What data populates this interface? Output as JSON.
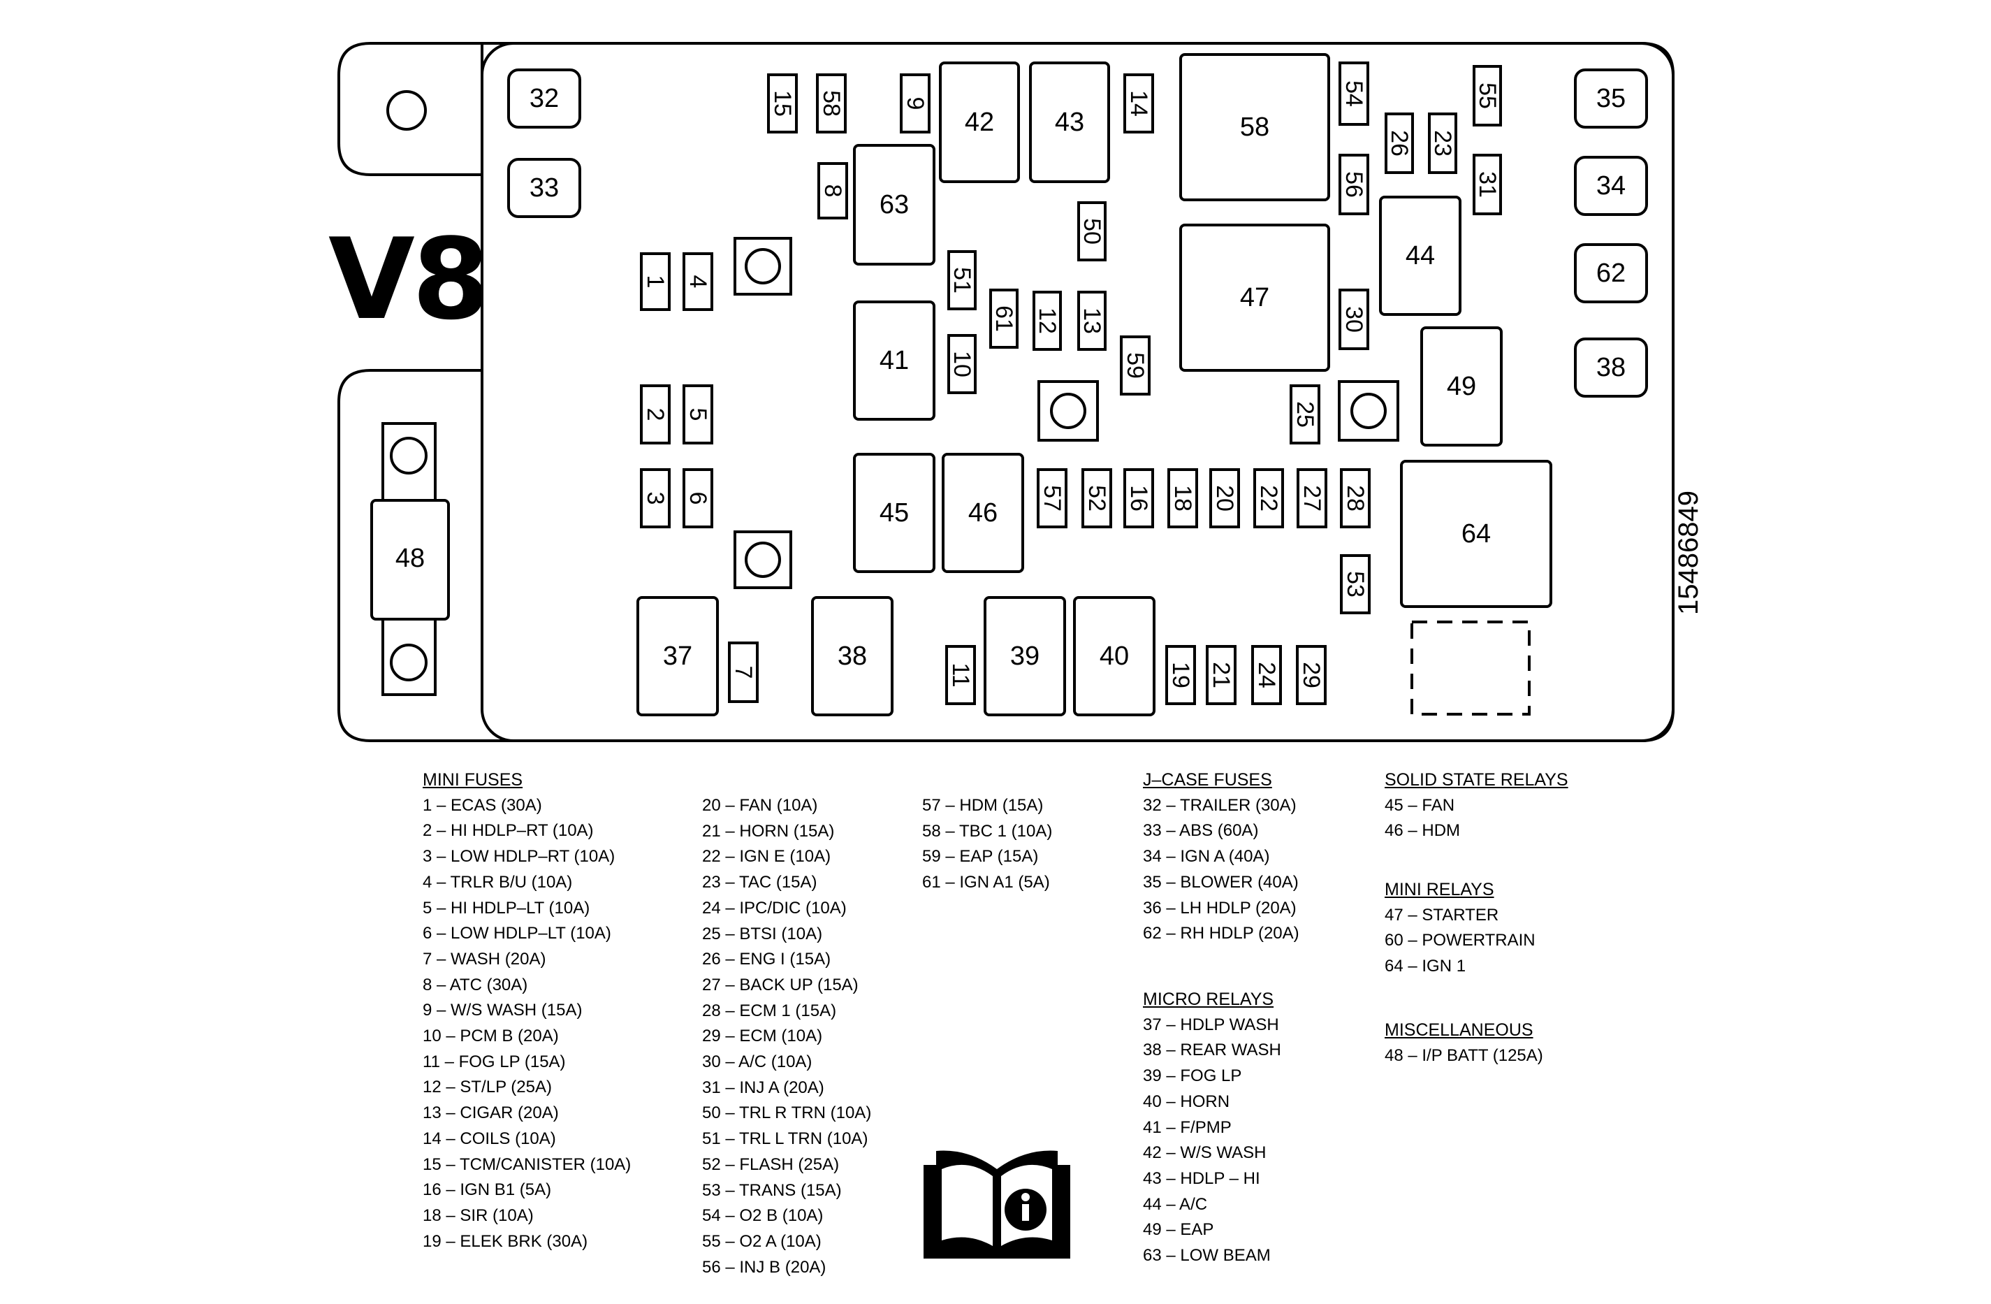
{
  "diagram": {
    "variant_label": "V8",
    "doc_number": "15486849",
    "boxes": [
      {
        "id": "32"
      },
      {
        "id": "33"
      },
      {
        "id": "35"
      },
      {
        "id": "34"
      },
      {
        "id": "62"
      },
      {
        "id": "38"
      },
      {
        "id": "15"
      },
      {
        "id": "58"
      },
      {
        "id": "9"
      },
      {
        "id": "42"
      },
      {
        "id": "43"
      },
      {
        "id": "14"
      },
      {
        "id": "58"
      },
      {
        "id": "54"
      },
      {
        "id": "26"
      },
      {
        "id": "23"
      },
      {
        "id": "55"
      },
      {
        "id": "8"
      },
      {
        "id": "63"
      },
      {
        "id": "56"
      },
      {
        "id": "31"
      },
      {
        "id": "50"
      },
      {
        "id": "44"
      },
      {
        "id": "1"
      },
      {
        "id": "4"
      },
      {
        "id": "51"
      },
      {
        "id": "61"
      },
      {
        "id": "12"
      },
      {
        "id": "13"
      },
      {
        "id": "47"
      },
      {
        "id": "30"
      },
      {
        "id": "41"
      },
      {
        "id": "10"
      },
      {
        "id": "59"
      },
      {
        "id": "2"
      },
      {
        "id": "5"
      },
      {
        "id": "25"
      },
      {
        "id": "49"
      },
      {
        "id": "3"
      },
      {
        "id": "6"
      },
      {
        "id": "45"
      },
      {
        "id": "46"
      },
      {
        "id": "57"
      },
      {
        "id": "52"
      },
      {
        "id": "16"
      },
      {
        "id": "18"
      },
      {
        "id": "20"
      },
      {
        "id": "22"
      },
      {
        "id": "27"
      },
      {
        "id": "28"
      },
      {
        "id": "64"
      },
      {
        "id": "53"
      },
      {
        "id": "48"
      },
      {
        "id": "37"
      },
      {
        "id": "7"
      },
      {
        "id": "38"
      },
      {
        "id": "11"
      },
      {
        "id": "39"
      },
      {
        "id": "40"
      },
      {
        "id": "19"
      },
      {
        "id": "21"
      },
      {
        "id": "24"
      },
      {
        "id": "29"
      }
    ]
  },
  "legend": {
    "mini_fuses": {
      "title": "MINI FUSES",
      "col1": [
        "1 – ECAS (30A)",
        "2 – HI HDLP–RT (10A)",
        "3 – LOW HDLP–RT (10A)",
        "4 – TRLR B/U (10A)",
        "5 – HI HDLP–LT (10A)",
        "6 – LOW HDLP–LT (10A)",
        "7 – WASH (20A)",
        "8 – ATC (30A)",
        "9 – W/S WASH (15A)",
        "10 – PCM B (20A)",
        "11 – FOG LP (15A)",
        "12 – ST/LP (25A)",
        "13 – CIGAR (20A)",
        "14 – COILS (10A)",
        "15 – TCM/CANISTER (10A)",
        "16 – IGN B1 (5A)",
        "18 – SIR (10A)",
        "19 – ELEK BRK (30A)"
      ],
      "col2": [
        "20 – FAN (10A)",
        "21 – HORN (15A)",
        "22 – IGN E (10A)",
        "23 – TAC (15A)",
        "24 – IPC/DIC (10A)",
        "25 – BTSI (10A)",
        "26 – ENG I (15A)",
        "27 – BACK UP (15A)",
        "28 – ECM 1 (15A)",
        "29 – ECM (10A)",
        "30 – A/C (10A)",
        "31 – INJ A (20A)",
        "50 – TRL R TRN (10A)",
        "51 – TRL L TRN (10A)",
        "52 – FLASH (25A)",
        "53 – TRANS (15A)",
        "54 – O2 B (10A)",
        "55 – O2 A (10A)",
        "56 – INJ B (20A)"
      ],
      "col3": [
        "57 – HDM (15A)",
        "58 – TBC 1 (10A)",
        "59 – EAP (15A)",
        "61 – IGN A1 (5A)"
      ]
    },
    "jcase_fuses": {
      "title": "J–CASE FUSES",
      "items": [
        "32 – TRAILER (30A)",
        "33 – ABS (60A)",
        "34 – IGN A (40A)",
        "35 – BLOWER (40A)",
        "36 – LH HDLP (20A)",
        "62 – RH HDLP (20A)"
      ]
    },
    "micro_relays": {
      "title": "MICRO RELAYS",
      "items": [
        "37 – HDLP WASH",
        "38 – REAR WASH",
        "39 – FOG LP",
        "40 – HORN",
        "41 – F/PMP",
        "42 – W/S WASH",
        "43 – HDLP – HI",
        "44 – A/C",
        "49 – EAP",
        "63 – LOW BEAM"
      ]
    },
    "solid_state_relays": {
      "title": "SOLID STATE RELAYS",
      "items": [
        "45 – FAN",
        "46 – HDM"
      ]
    },
    "mini_relays": {
      "title": "MINI RELAYS",
      "items": [
        "47 – STARTER",
        "60 – POWERTRAIN",
        "64 – IGN 1"
      ]
    },
    "miscellaneous": {
      "title": "MISCELLANEOUS",
      "items": [
        "48 – I/P BATT (125A)"
      ]
    }
  },
  "icons": {
    "manual": "owner-manual-info-icon"
  }
}
